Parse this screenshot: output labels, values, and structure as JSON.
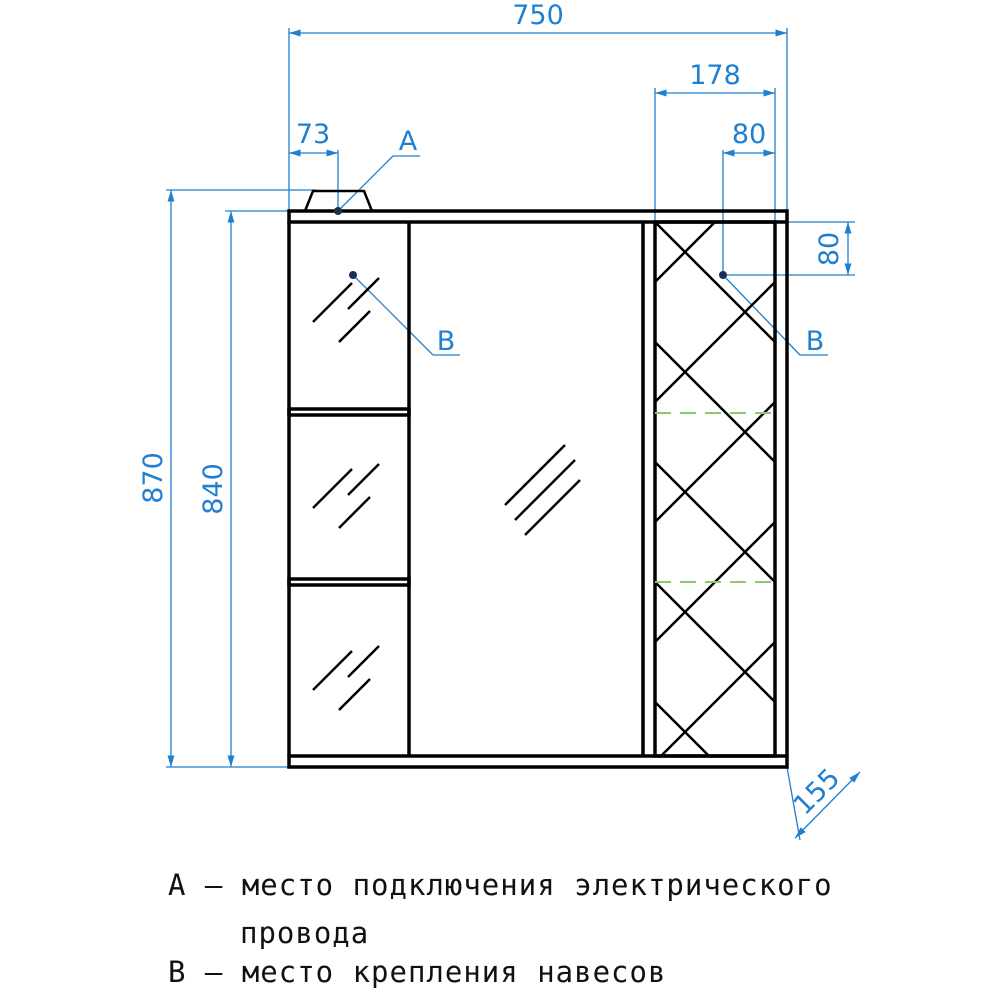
{
  "dimensions": {
    "total_width": "750",
    "right_section_width": "178",
    "left_offset": "73",
    "right_mount_offset": "80",
    "mount_height_offset": "80",
    "total_height": "870",
    "body_height": "840",
    "depth": "155"
  },
  "markers": {
    "a": "A",
    "b_left": "B",
    "b_right": "B"
  },
  "legend": {
    "line1": "A – место подключения электрического",
    "line2": "провода",
    "line3": "B – место крепления навесов"
  },
  "colors": {
    "dimension": "#1f7fd0",
    "outline": "#000000",
    "shelf": "#8cc870"
  }
}
